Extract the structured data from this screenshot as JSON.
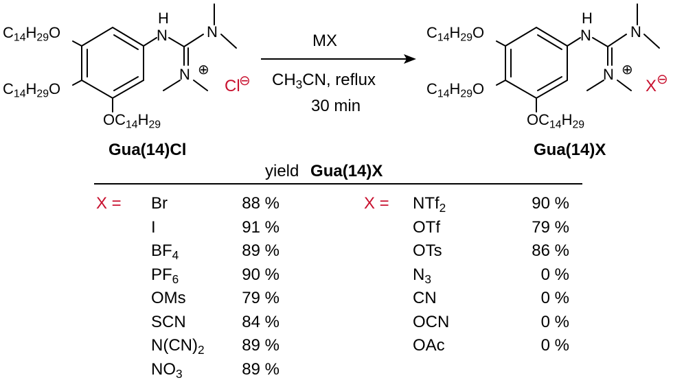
{
  "reactant": {
    "sub_top": "C14H29O",
    "sub_mid": "C14H29O",
    "sub_bot": "OC14H29",
    "nh": "H",
    "n_label": "N",
    "plus": "⊕",
    "counter_ion": "Cl",
    "minus": "⊖",
    "label": "Gua(14)Cl"
  },
  "reaction": {
    "reagent": "MX",
    "solvent": "CH3CN, reflux",
    "time": "30 min"
  },
  "product": {
    "sub_top": "C14H29O",
    "sub_mid": "C14H29O",
    "sub_bot": "OC14H29",
    "nh": "H",
    "n_label": "N",
    "plus": "⊕",
    "counter_ion": "X",
    "minus": "⊖",
    "label": "Gua(14)X"
  },
  "table": {
    "header_prefix": "yield",
    "header_bold": "Gua(14)X",
    "x_label": "X =",
    "left": [
      {
        "anion": "Br",
        "yield": "88 %"
      },
      {
        "anion": "I",
        "yield": "91 %"
      },
      {
        "anion": "BF4",
        "yield": "89 %"
      },
      {
        "anion": "PF6",
        "yield": "90 %"
      },
      {
        "anion": "OMs",
        "yield": "79 %"
      },
      {
        "anion": "SCN",
        "yield": "84 %"
      },
      {
        "anion": "N(CN)2",
        "yield": "89 %"
      },
      {
        "anion": "NO3",
        "yield": "89 %"
      }
    ],
    "right": [
      {
        "anion": "NTf2",
        "yield": "90 %"
      },
      {
        "anion": "OTf",
        "yield": "79 %"
      },
      {
        "anion": "OTs",
        "yield": "86 %"
      },
      {
        "anion": "N3",
        "yield": "0 %"
      },
      {
        "anion": "CN",
        "yield": "0 %"
      },
      {
        "anion": "OCN",
        "yield": "0 %"
      },
      {
        "anion": "OAc",
        "yield": "0 %"
      }
    ]
  },
  "colors": {
    "accent": "#c8102e",
    "ink": "#000000"
  }
}
